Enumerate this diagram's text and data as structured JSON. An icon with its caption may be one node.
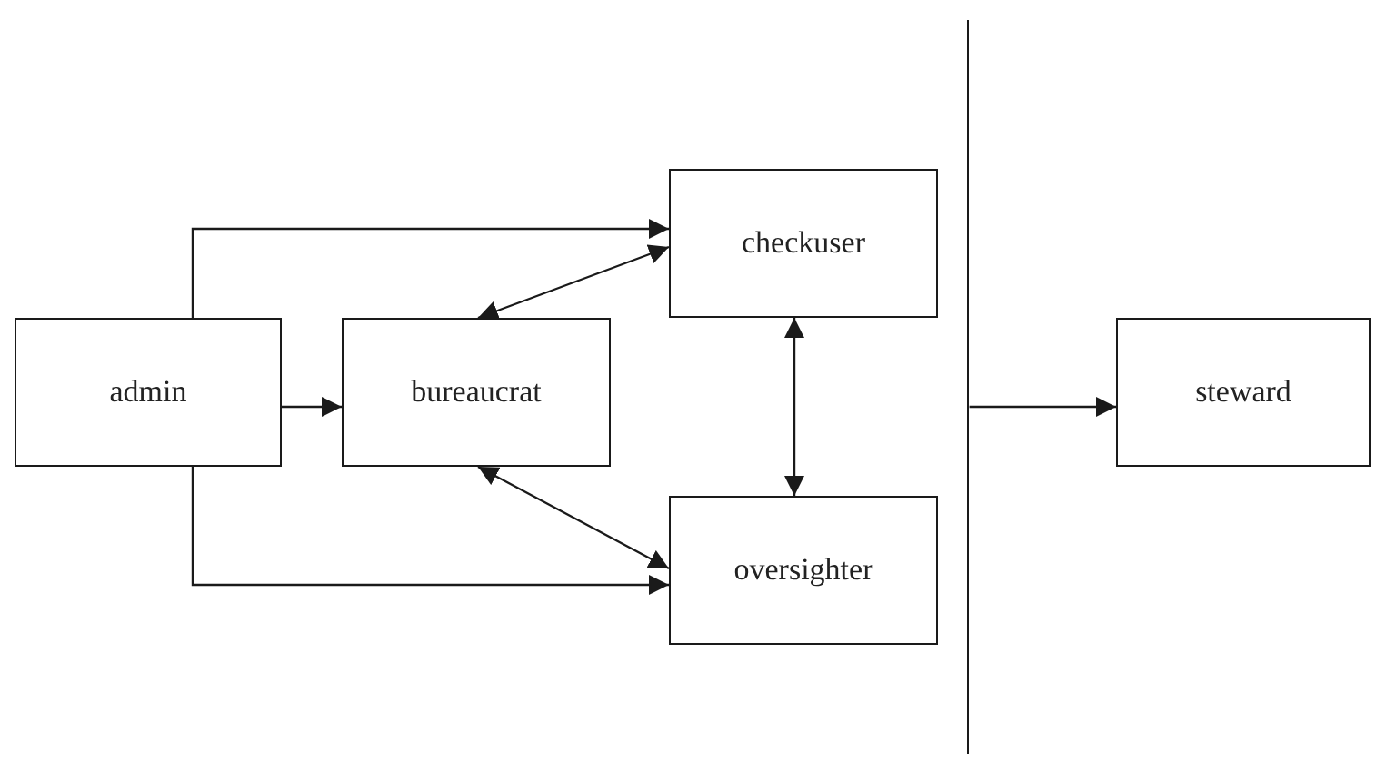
{
  "diagram": {
    "nodes": [
      {
        "text": [
          "admin"
        ]
      },
      {
        "text": [
          "bureaucrat"
        ]
      },
      {
        "text": [
          "checkuser"
        ]
      },
      {
        "text": [
          "oversighter"
        ]
      },
      {
        "text": [],
        "shape": "bar"
      },
      {
        "text": [
          "steward"
        ]
      }
    ],
    "edges": [
      {
        "from": 0,
        "to": 2,
        "arrow": "to"
      },
      {
        "from": 0,
        "to": 1,
        "arrow": "to"
      },
      {
        "from": 0,
        "to": 3,
        "arrow": "to"
      },
      {
        "from": 1,
        "to": 2,
        "arrow": "both"
      },
      {
        "from": 1,
        "to": 3,
        "arrow": "both"
      },
      {
        "from": 2,
        "to": 3,
        "arrow": "both"
      },
      {
        "from": 4,
        "to": 5,
        "arrow": "to"
      }
    ]
  }
}
